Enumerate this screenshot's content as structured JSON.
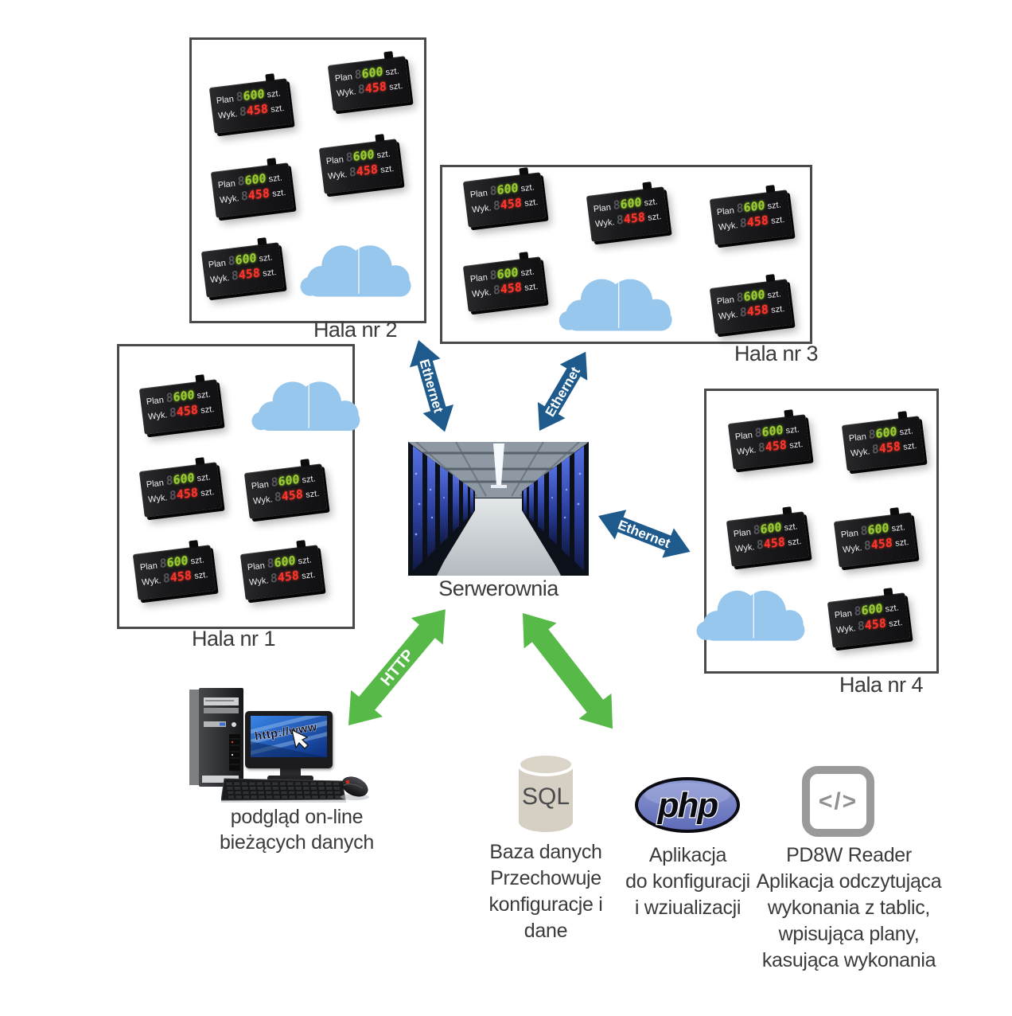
{
  "displays": {
    "plan_label": "Plan",
    "dim_digit": "8",
    "plan_value": "600",
    "wyk_label": "Wyk.",
    "wyk_value": "458",
    "unit": "szt."
  },
  "halls": [
    {
      "label": "Hala nr 1"
    },
    {
      "label": "Hala nr 2"
    },
    {
      "label": "Hala nr 3"
    },
    {
      "label": "Hala nr 4"
    }
  ],
  "server": {
    "caption": "Serwerownia"
  },
  "links": {
    "ethernet": "Ethernet",
    "http": "HTTP"
  },
  "workstation": {
    "screen_text": "http://www",
    "caption": [
      "podgląd on-line",
      "bieżących danych"
    ]
  },
  "database": {
    "icon_text": "SQL",
    "caption": [
      "Baza danych",
      "Przechowuje",
      "konfiguracje i",
      "dane"
    ]
  },
  "php_app": {
    "logo_text": "php",
    "caption": [
      "Aplikacja",
      "do konfiguracji",
      "i wziualizacji"
    ]
  },
  "reader_app": {
    "icon_text": "</>",
    "caption": [
      "PD8W Reader",
      "Aplikacja odczytująca",
      "wykonania z tablic,",
      "wpisująca plany,",
      "kasująca wykonania"
    ]
  },
  "colors": {
    "ethernet_arrow": "#1e5b8c",
    "data_arrow": "#57b948",
    "cloud": "#97c7ed",
    "led_green": "#9ccd34",
    "led_red": "#fd352c",
    "box_border": "#4a4a4a",
    "label_text": "#3a3a3a"
  }
}
